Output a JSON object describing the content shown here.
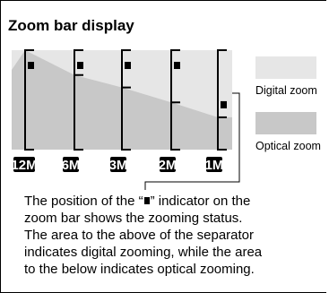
{
  "title": "Zoom bar display",
  "bars": [
    {
      "badge": "12M",
      "separator_level": 1.0
    },
    {
      "badge": "6M",
      "separator_level": 0.75
    },
    {
      "badge": "3M",
      "separator_level": 0.625
    },
    {
      "badge": "2M",
      "separator_level": 0.475
    },
    {
      "badge": "1M",
      "separator_level": 0.325
    }
  ],
  "legend": {
    "digital_label": "Digital zoom",
    "optical_label": "Optical zoom"
  },
  "caption": {
    "line1_before": "The position of the “",
    "line1_after": "” indicator on the",
    "line2": "zoom bar shows the zooming status.",
    "line3": "The area to the  above of the separator",
    "line4": "indicates digital zooming, while the area",
    "line5": "to the below indicates optical zooming."
  },
  "colors": {
    "digital_area": "#e6e6e6",
    "optical_area": "#c8c8c8",
    "ink": "#000000"
  }
}
